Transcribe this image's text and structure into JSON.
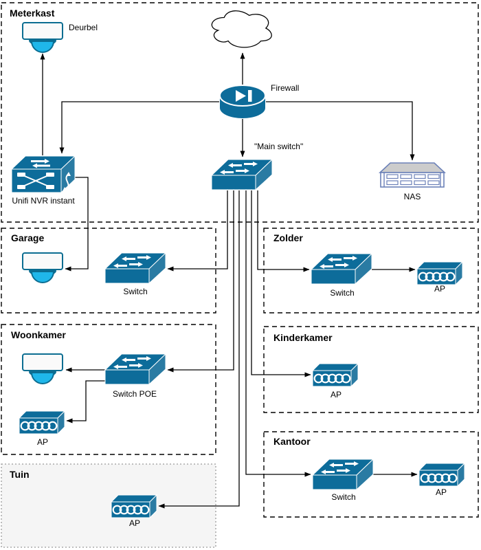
{
  "zones": {
    "meterkast": {
      "title": "Meterkast"
    },
    "garage": {
      "title": "Garage"
    },
    "zolder": {
      "title": "Zolder"
    },
    "woonkamer": {
      "title": "Woonkamer"
    },
    "kinderkamer": {
      "title": "Kinderkamer"
    },
    "kantoor": {
      "title": "Kantoor"
    },
    "tuin": {
      "title": "Tuin"
    }
  },
  "nodes": {
    "deurbel": {
      "label": "Deurbel",
      "type": "dome-camera"
    },
    "internet": {
      "label": "",
      "type": "cloud"
    },
    "firewall": {
      "label": "Firewall",
      "type": "firewall-cylinder"
    },
    "main_switch": {
      "label": "\"Main switch\"",
      "type": "switch-3d"
    },
    "nvr": {
      "label": "Unifi NVR instant",
      "type": "nvr-3d"
    },
    "nas": {
      "label": "NAS",
      "type": "rack-server"
    },
    "garage_camera": {
      "label": "",
      "type": "dome-camera"
    },
    "garage_switch": {
      "label": "Switch",
      "type": "switch-3d"
    },
    "zolder_switch": {
      "label": "Switch",
      "type": "switch-3d"
    },
    "zolder_ap": {
      "label": "AP",
      "type": "access-point"
    },
    "woonkamer_camera": {
      "label": "",
      "type": "dome-camera"
    },
    "woonkamer_switch": {
      "label": "Switch POE",
      "type": "switch-3d"
    },
    "woonkamer_ap": {
      "label": "AP",
      "type": "access-point"
    },
    "kinderkamer_ap": {
      "label": "AP",
      "type": "access-point"
    },
    "kantoor_switch": {
      "label": "Switch",
      "type": "switch-3d"
    },
    "kantoor_ap": {
      "label": "AP",
      "type": "access-point"
    },
    "tuin_ap": {
      "label": "AP",
      "type": "access-point"
    }
  },
  "colors": {
    "device_blue": "#0d6c9a",
    "device_blue_side": "#2a7ba3",
    "camera_cyan": "#1fb7ea",
    "camera_outline": "#0b6d91",
    "nas_outline": "#6b80b8",
    "nas_top": "#cccccc",
    "connector": "#000000",
    "zone_border": "#000000",
    "tuin_border": "#999999",
    "tuin_fill": "#f5f5f5"
  }
}
